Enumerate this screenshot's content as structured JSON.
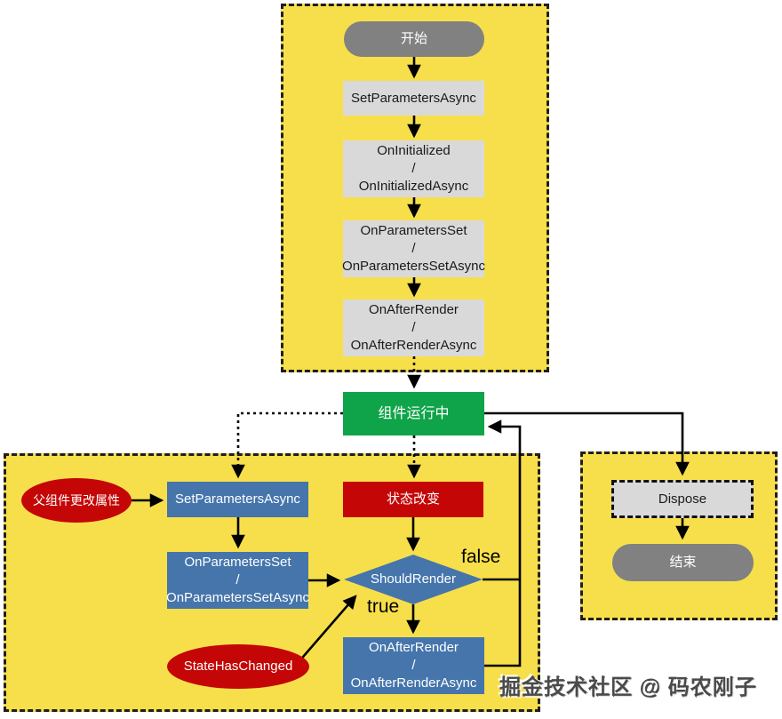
{
  "colors": {
    "panel_yellow": "#F7DF4B",
    "panel_border": "#1E1E1E",
    "terminal_gray": "#818181",
    "method_box_gray": "#D9D9D9",
    "running_green": "#10A44A",
    "method_box_blue": "#4575AB",
    "event_red": "#C40606",
    "arrow_black": "#000000"
  },
  "init_section": {
    "start_label": "开始",
    "set_parameters_async": "SetParametersAsync",
    "on_initialized": {
      "lines": [
        "OnInitialized",
        "/",
        "OnInitializedAsync"
      ]
    },
    "on_parameters_set": {
      "lines": [
        "OnParametersSet",
        "/",
        "OnParametersSetAsync"
      ]
    },
    "on_after_render": {
      "lines": [
        "OnAfterRender",
        "/",
        "OnAfterRenderAsync"
      ]
    }
  },
  "running_label": "组件运行中",
  "update_section": {
    "parent_set_params": "父组件更改属性",
    "set_parameters_async": "SetParametersAsync",
    "state_changed": "状态改变",
    "on_parameters_set": {
      "lines": [
        "OnParametersSet",
        "/",
        "OnParametersSetAsync"
      ]
    },
    "should_render": "ShouldRender",
    "false_label": "false",
    "true_label": "true",
    "state_has_changed": "StateHasChanged",
    "on_after_render": {
      "lines": [
        "OnAfterRender",
        "/",
        "OnAfterRenderAsync"
      ]
    }
  },
  "dispose_section": {
    "dispose_label": "Dispose",
    "end_label": "结束"
  },
  "watermark": "掘金技术社区 @ 码农刚子"
}
